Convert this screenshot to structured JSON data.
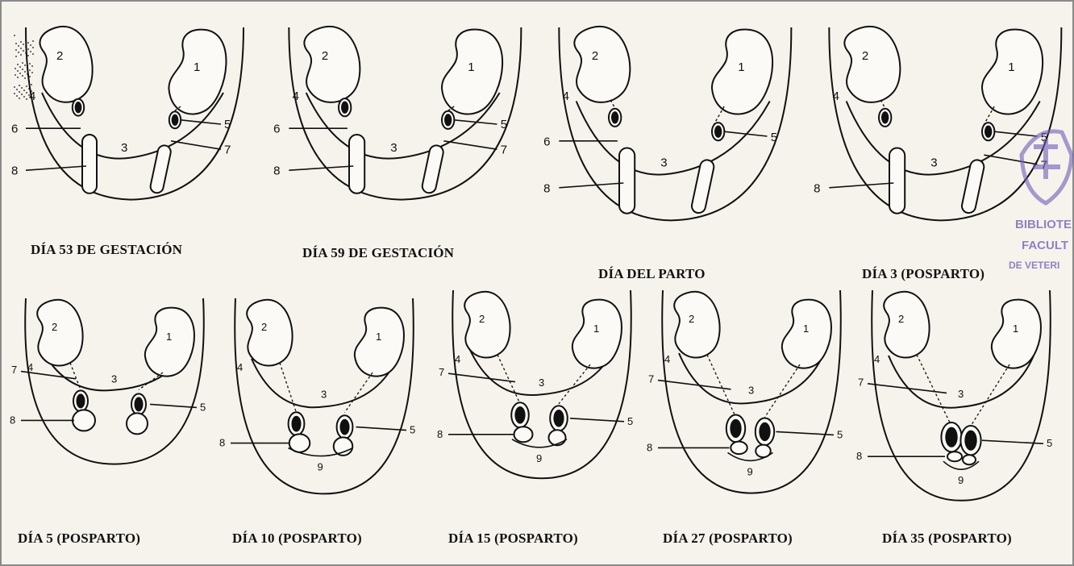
{
  "figure": {
    "panels": [
      {
        "caption": "DÍA 53 DE GESTACIÓN",
        "stage": "pre",
        "labels": [
          "1",
          "2",
          "3",
          "4",
          "5",
          "6",
          "7",
          "8"
        ]
      },
      {
        "caption": "DÍA 59 DE GESTACIÓN",
        "stage": "pre",
        "labels": [
          "1",
          "2",
          "3",
          "4",
          "5",
          "6",
          "7",
          "8"
        ]
      },
      {
        "caption": "DÍA DEL PARTO",
        "stage": "birth",
        "labels": [
          "1",
          "2",
          "3",
          "4",
          "5",
          "6",
          "8"
        ]
      },
      {
        "caption": "DÍA 3 (POSPARTO)",
        "stage": "d3",
        "labels": [
          "1",
          "2",
          "3",
          "4",
          "5",
          "7",
          "8"
        ]
      },
      {
        "caption": "DÍA 5 (POSPARTO)",
        "stage": "d5",
        "labels": [
          "1",
          "2",
          "3",
          "4",
          "5",
          "7",
          "8"
        ]
      },
      {
        "caption": "DÍA 10 (POSPARTO)",
        "stage": "d10",
        "labels": [
          "1",
          "2",
          "3",
          "4",
          "5",
          "8",
          "9"
        ]
      },
      {
        "caption": "DÍA 15 (POSPARTO)",
        "stage": "d15",
        "labels": [
          "1",
          "2",
          "3",
          "4",
          "5",
          "7",
          "8",
          "9"
        ]
      },
      {
        "caption": "DÍA 27 (POSPARTO)",
        "stage": "d27",
        "labels": [
          "1",
          "2",
          "3",
          "4",
          "5",
          "7",
          "8",
          "9"
        ]
      },
      {
        "caption": "DÍA 35 (POSPARTO)",
        "stage": "d35",
        "labels": [
          "1",
          "2",
          "3",
          "4",
          "5",
          "7",
          "8",
          "9"
        ]
      }
    ],
    "stamp": {
      "lines": [
        "BIBLIOTE",
        "FACULT",
        "DE VETERI"
      ]
    },
    "colors": {
      "ink": "#111111",
      "stamp": "#6e5bb8",
      "background": "#f6f3ec"
    }
  }
}
